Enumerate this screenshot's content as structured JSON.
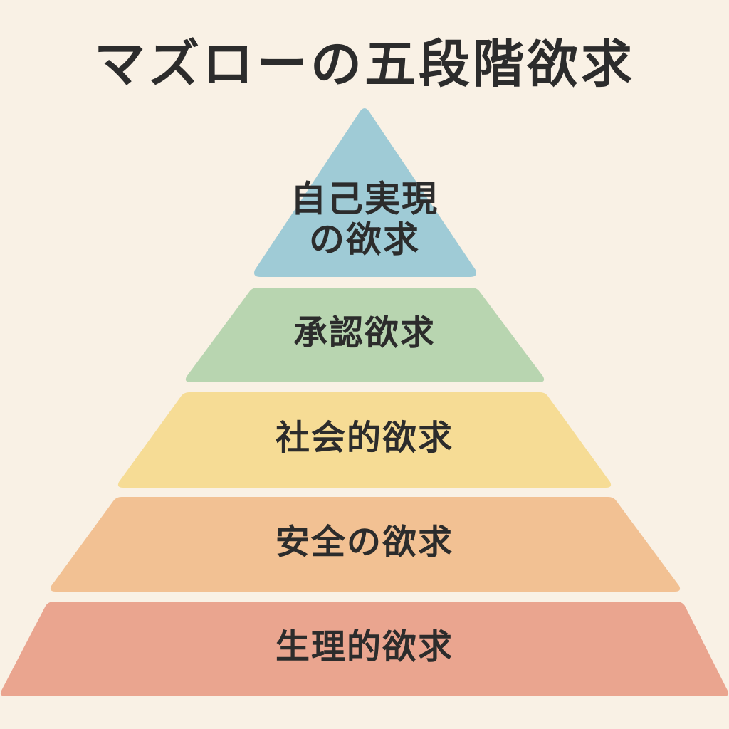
{
  "title": "マズローの五段階欲求",
  "tiers": [
    {
      "lines": [
        "自己実現",
        "の欲求"
      ],
      "color": "#9fcbd6"
    },
    {
      "lines": [
        "承認欲求"
      ],
      "color": "#b8d5b0"
    },
    {
      "lines": [
        "社会的欲求"
      ],
      "color": "#f6dc95"
    },
    {
      "lines": [
        "安全の欲求"
      ],
      "color": "#f2c193"
    },
    {
      "lines": [
        "生理的欲求"
      ],
      "color": "#eaa58f"
    }
  ]
}
